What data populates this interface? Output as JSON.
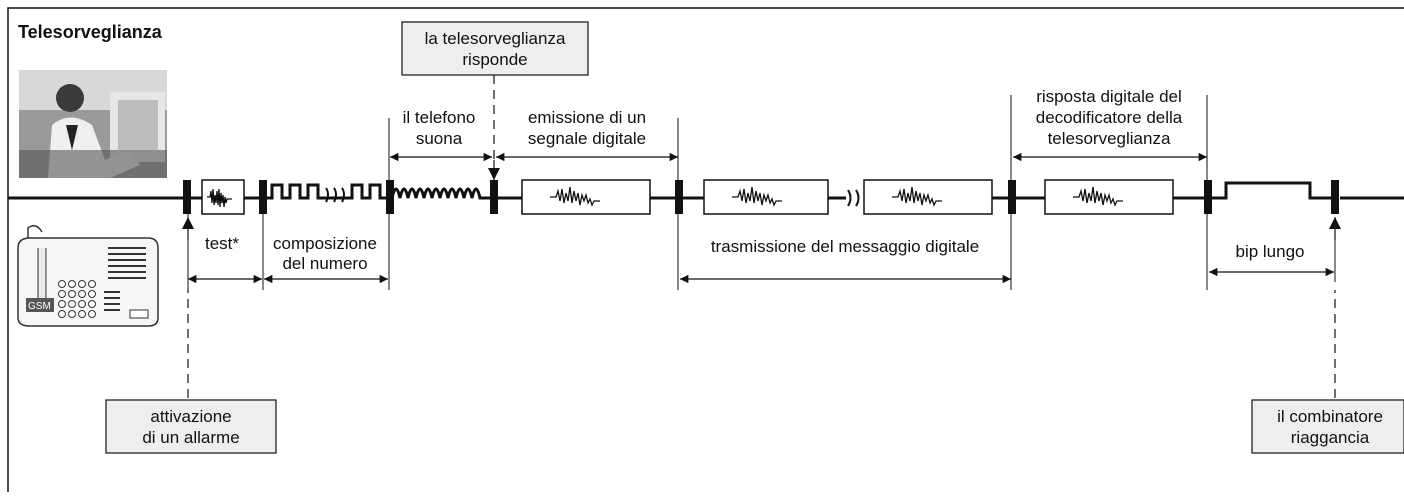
{
  "title": "Telesorveglianza",
  "phases": {
    "test": "test*",
    "dialing": [
      "composizione",
      "del numero"
    ],
    "ringing": [
      "il telefono",
      "suona"
    ],
    "answer_box": [
      "la telesorveglianza",
      "risponde"
    ],
    "emission": [
      "emissione di un",
      "segnale digitale"
    ],
    "transmission": "trasmissione del messaggio digitale",
    "decoder_reply": [
      "risposta digitale del",
      "decodificatore della",
      "telesorveglianza"
    ],
    "long_beep": "bip lungo",
    "alarm_box": [
      "attivazione",
      "di un allarme"
    ],
    "hangup_box": [
      "il combinatore",
      "riaggancia"
    ]
  },
  "device": {
    "badge": "GSM"
  },
  "colors": {
    "line": "#111111",
    "box_fill": "#eeeeee",
    "box_border": "#222222"
  }
}
